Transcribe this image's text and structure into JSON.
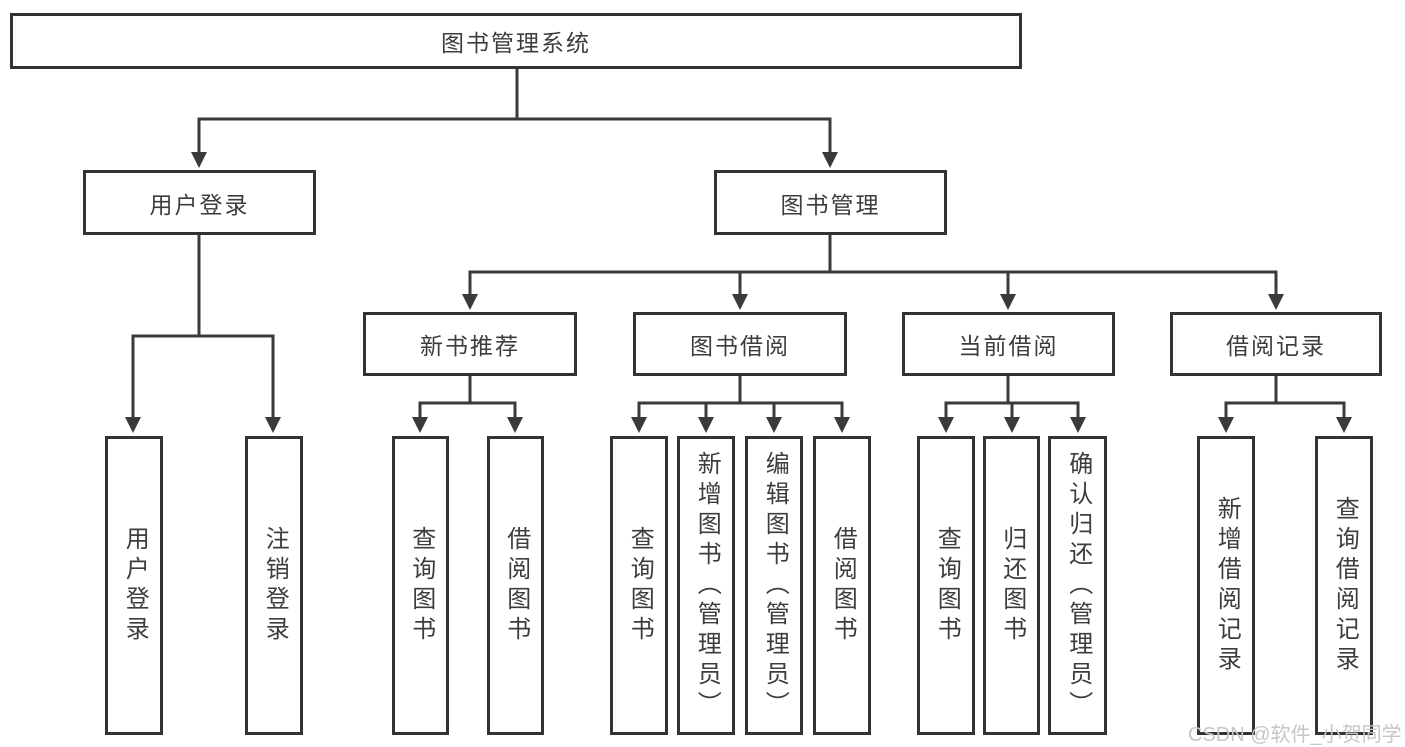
{
  "colors": {
    "line": "#3a3a3a",
    "border": "#333333",
    "text": "#3d3d41",
    "watermark": "#c6c6c6",
    "bg": "#ffffff"
  },
  "nodes": {
    "root": {
      "label": "图书管理系统"
    },
    "level2": [
      {
        "label": "用户登录"
      },
      {
        "label": "图书管理"
      }
    ],
    "level3": [
      {
        "label": "新书推荐"
      },
      {
        "label": "图书借阅"
      },
      {
        "label": "当前借阅"
      },
      {
        "label": "借阅记录"
      }
    ],
    "leaves": [
      {
        "label": "用户登录"
      },
      {
        "label": "注销登录"
      },
      {
        "label": "查询图书"
      },
      {
        "label": "借阅图书"
      },
      {
        "label": "查询图书"
      },
      {
        "label": "新增图书（管理员）"
      },
      {
        "label": "编辑图书（管理员）"
      },
      {
        "label": "借阅图书"
      },
      {
        "label": "查询图书"
      },
      {
        "label": "归还图书"
      },
      {
        "label": "确认归还（管理员）"
      },
      {
        "label": "新增借阅记录"
      },
      {
        "label": "查询借阅记录"
      }
    ]
  },
  "watermark": {
    "text": "CSDN @软件_小贺同学"
  }
}
